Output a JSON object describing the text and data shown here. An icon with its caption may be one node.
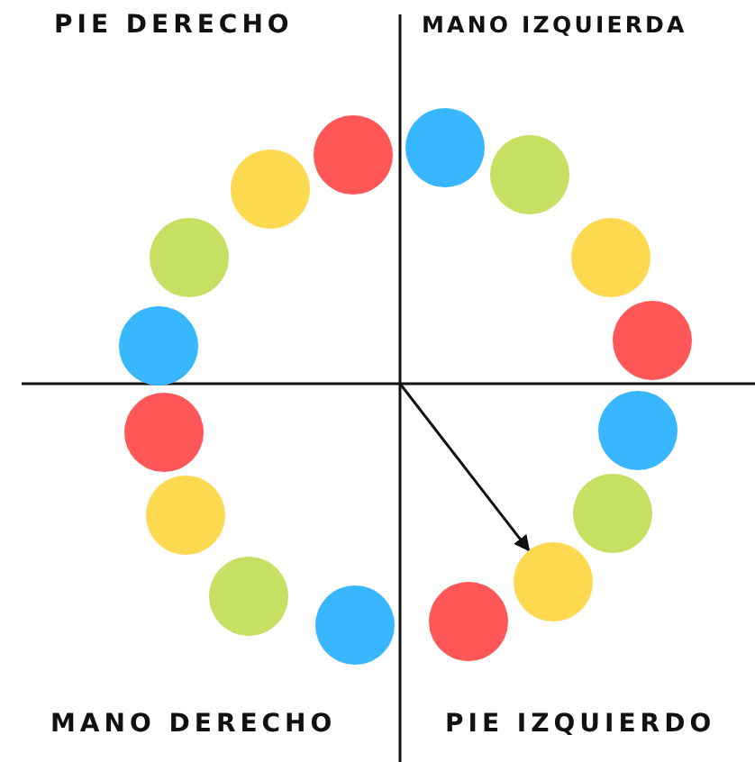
{
  "diagram": {
    "nodes": [
      {
        "text": [],
        "shape": "circle"
      },
      {
        "text": [],
        "shape": "circle"
      },
      {
        "text": [],
        "shape": "circle"
      },
      {
        "text": [],
        "shape": "circle"
      },
      {
        "text": [],
        "shape": "circle"
      },
      {
        "text": [],
        "shape": "circle"
      },
      {
        "text": [],
        "shape": "circle"
      },
      {
        "text": [],
        "shape": "circle"
      },
      {
        "text": [],
        "shape": "circle"
      },
      {
        "text": [],
        "shape": "circle"
      },
      {
        "text": [],
        "shape": "circle"
      },
      {
        "text": [],
        "shape": "circle"
      },
      {
        "text": [],
        "shape": "circle"
      },
      {
        "text": [],
        "shape": "circle"
      },
      {
        "text": [],
        "shape": "circle"
      },
      {
        "text": [],
        "shape": "circle"
      }
    ],
    "edges": [
      {
        "from": null,
        "to": 6,
        "arrow": "to"
      }
    ],
    "labels": [
      "PIE DERECHO",
      "MANO IZQUIERDA",
      "MANO DERECHO",
      "PIE IZQUIERDO"
    ]
  }
}
